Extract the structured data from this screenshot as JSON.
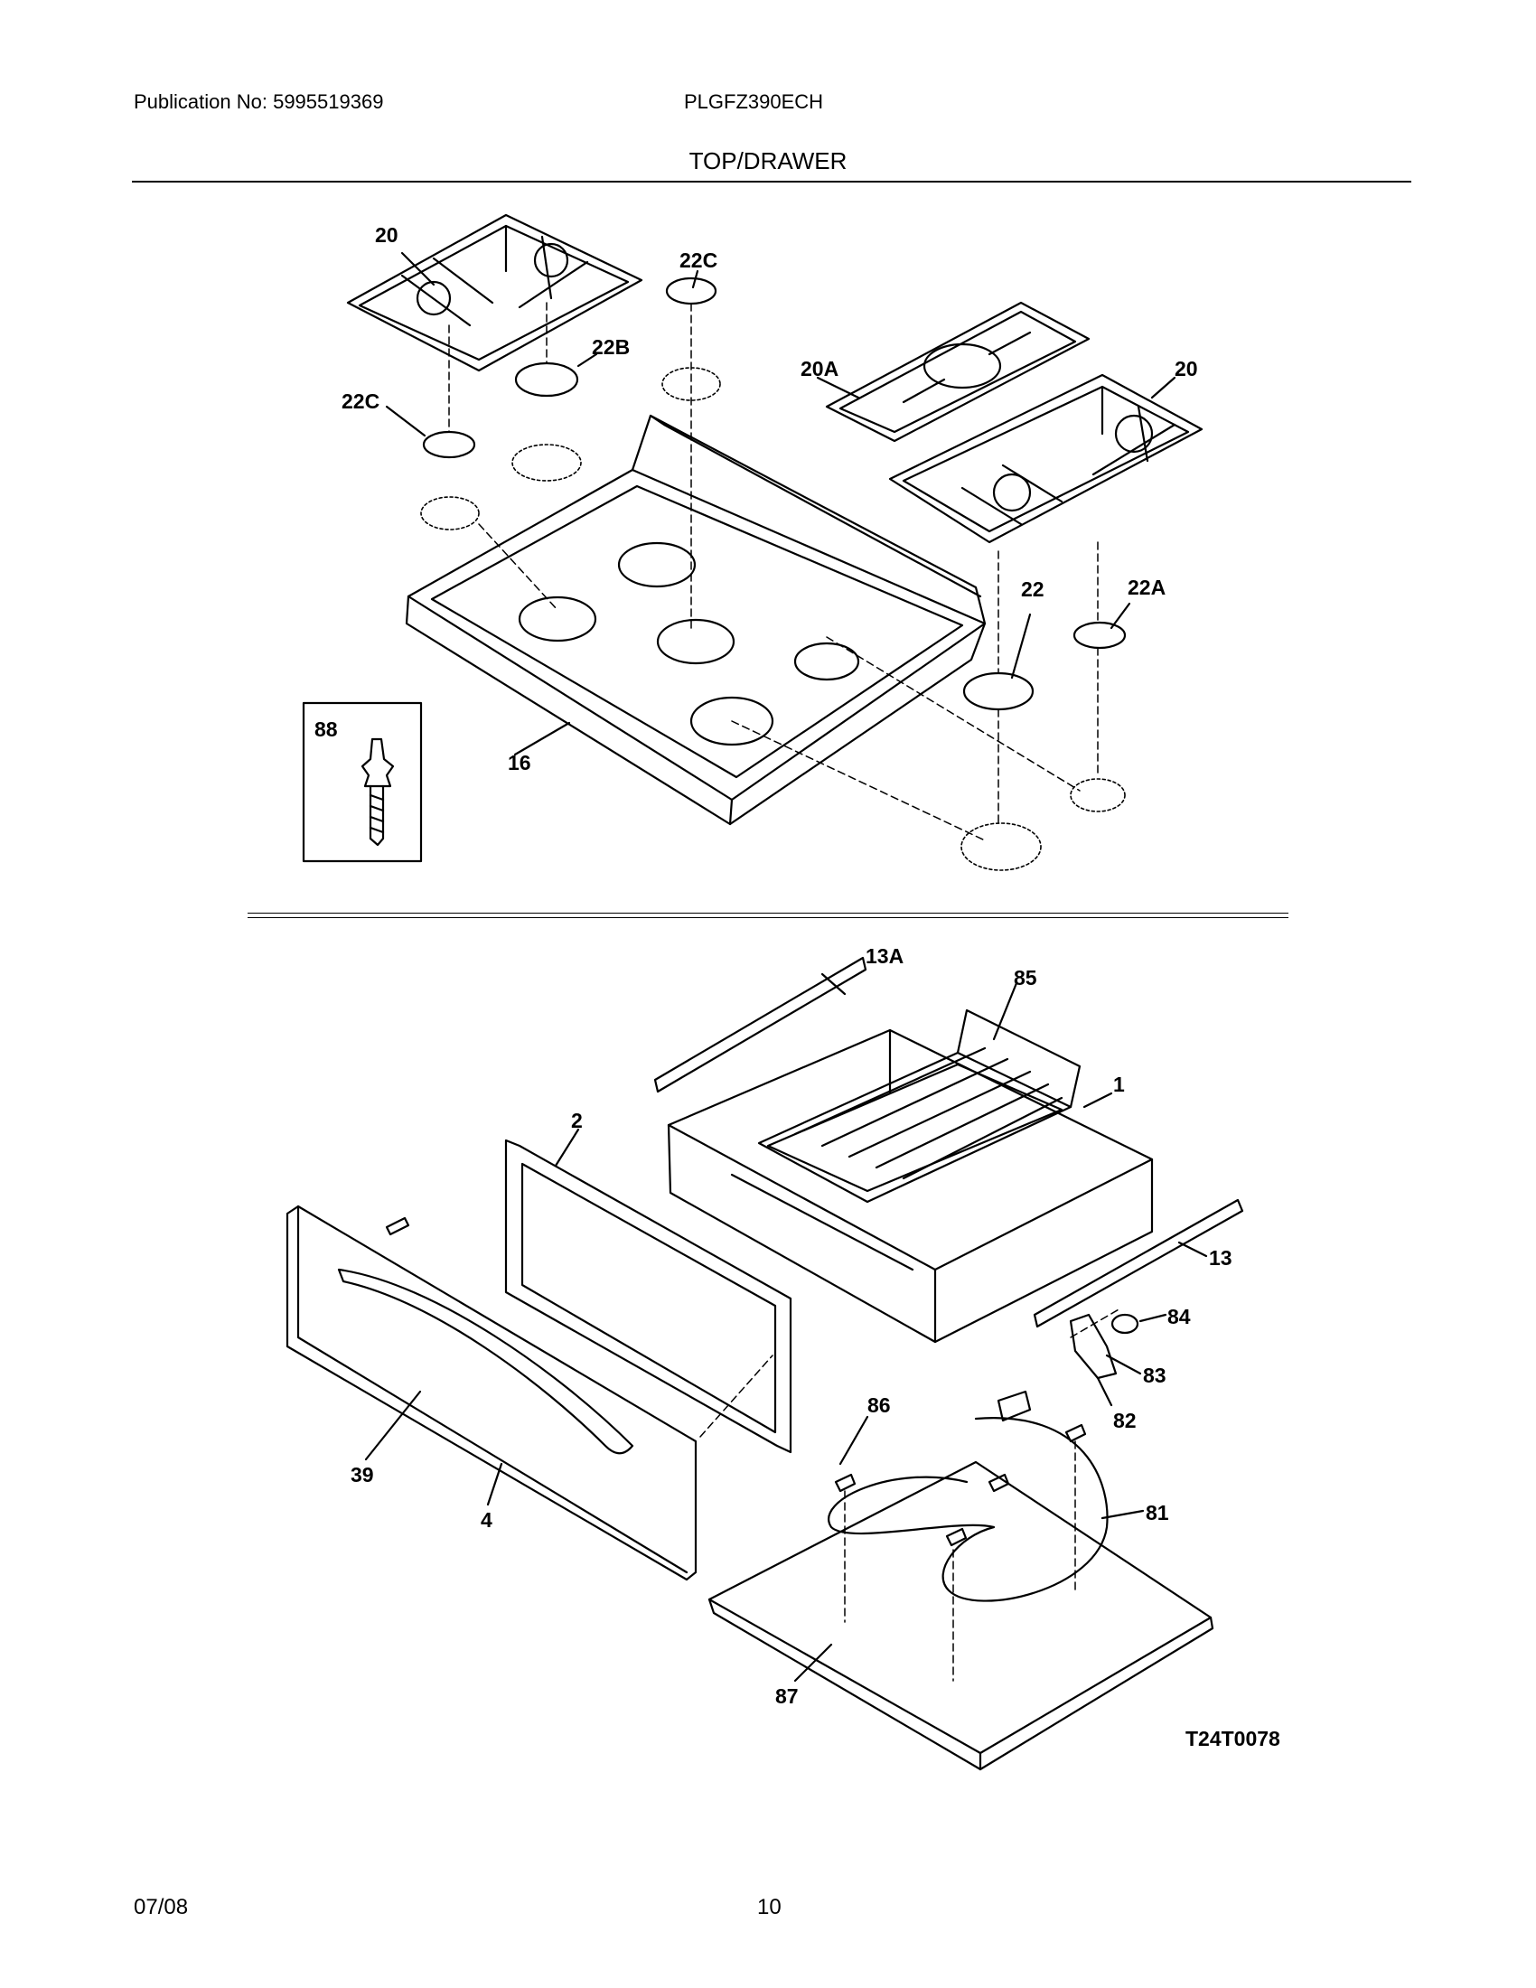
{
  "header": {
    "publication": "Publication No: 5995519369",
    "model": "PLGFZ390ECH",
    "section": "TOP/DRAWER"
  },
  "callouts": {
    "c20_left": "20",
    "c22C_top": "22C",
    "c22B": "22B",
    "c22C_left": "22C",
    "c20A": "20A",
    "c20_right": "20",
    "c22": "22",
    "c22A": "22A",
    "c88": "88",
    "c16": "16",
    "c13A": "13A",
    "c85": "85",
    "c1": "1",
    "c2": "2",
    "c13": "13",
    "c84": "84",
    "c83": "83",
    "c82": "82",
    "c86": "86",
    "c81": "81",
    "c39": "39",
    "c4": "4",
    "c87": "87"
  },
  "figure_id": "T24T0078",
  "footer": {
    "date": "07/08",
    "page": "10"
  }
}
